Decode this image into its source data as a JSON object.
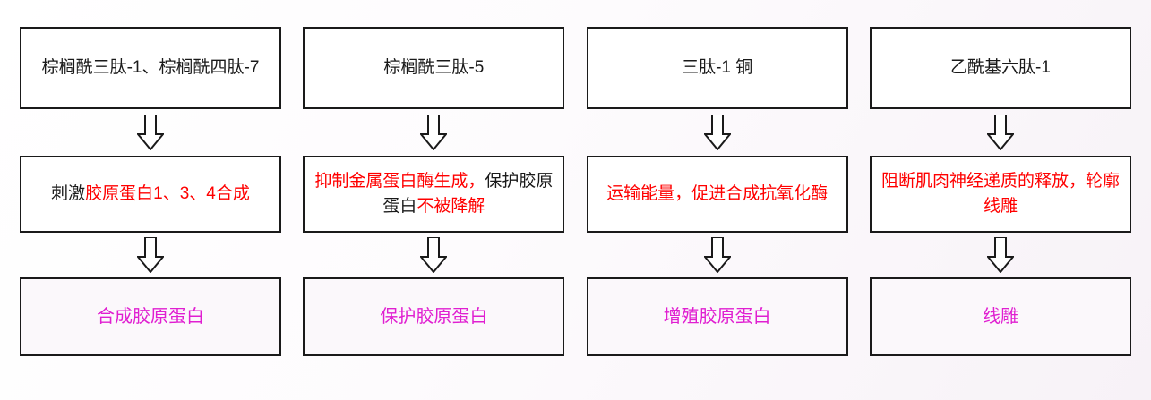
{
  "diagram": {
    "type": "flow-columns",
    "arrow_icon": "down-arrow-icon",
    "colors": {
      "box_border": "#1a1a1a",
      "text_black": "#1a1a1a",
      "text_red": "#ff0000",
      "text_magenta": "#e01fd1",
      "bottom_box_bg": "#fbf8fb"
    },
    "columns": [
      {
        "top": {
          "segments": [
            {
              "text": "棕榈酰三肽-1、棕榈酰四肽-7",
              "color": "black"
            }
          ]
        },
        "mid": {
          "segments": [
            {
              "text": "刺激",
              "color": "black"
            },
            {
              "text": "胶原蛋白1、3、4合成",
              "color": "red"
            }
          ]
        },
        "bottom": {
          "text": "合成胶原蛋白"
        }
      },
      {
        "top": {
          "segments": [
            {
              "text": "棕榈酰三肽-5",
              "color": "black"
            }
          ]
        },
        "mid": {
          "segments": [
            {
              "text": "抑制金属蛋白酶生成，",
              "color": "red"
            },
            {
              "text": "保护胶原蛋白",
              "color": "black"
            },
            {
              "text": "不被降解",
              "color": "red"
            }
          ]
        },
        "bottom": {
          "text": "保护胶原蛋白"
        }
      },
      {
        "top": {
          "segments": [
            {
              "text": "三肽-1 铜",
              "color": "black"
            }
          ]
        },
        "mid": {
          "segments": [
            {
              "text": "运输能量，促进合成",
              "color": "red"
            },
            {
              "text": "抗氧化酶",
              "color": "red"
            }
          ]
        },
        "bottom": {
          "text": "增殖胶原蛋白"
        }
      },
      {
        "top": {
          "segments": [
            {
              "text": "乙酰基六肽-1",
              "color": "black"
            }
          ]
        },
        "mid": {
          "segments": [
            {
              "text": "阻断肌肉神经递质的释放，轮廓线雕",
              "color": "red"
            }
          ]
        },
        "bottom": {
          "text": "线雕"
        }
      }
    ]
  },
  "text": {
    "c1_top": "棕榈酰三肽-1、棕榈酰四肽-7",
    "c1_mid_a": "刺激",
    "c1_mid_b": "胶原蛋白1、3、4合成",
    "c1_bottom": "合成胶原蛋白",
    "c2_top": "棕榈酰三肽-5",
    "c2_mid_a": "抑制金属蛋白酶生成，",
    "c2_mid_b": "保护胶原蛋白",
    "c2_mid_c": "不被降解",
    "c2_bottom": "保护胶原蛋白",
    "c3_top": "三肽-1 铜",
    "c3_mid_a": "运输能量，促进合成",
    "c3_mid_b": "抗氧化酶",
    "c3_bottom": "增殖胶原蛋白",
    "c4_top": "乙酰基六肽-1",
    "c4_mid_a": "阻断肌肉神经递质的释放，轮廓线雕",
    "c4_bottom": "线雕"
  }
}
